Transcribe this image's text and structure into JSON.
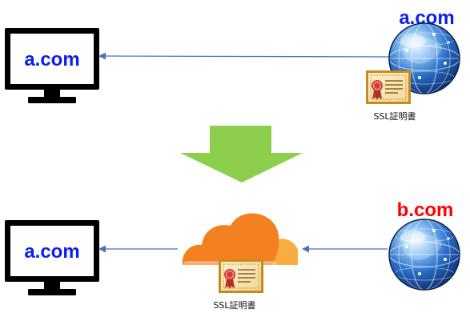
{
  "top": {
    "client_domain": "a.com",
    "server_domain": "a.com",
    "certificate_label": "SSL証明書"
  },
  "bottom": {
    "client_domain": "a.com",
    "server_domain": "b.com",
    "certificate_label": "SSL証明書"
  },
  "colors": {
    "client_text": "#0a1ef0",
    "top_server_text": "#0a1ef0",
    "bottom_server_text": "#ff0000",
    "arrow_line": "#4a72b8",
    "transition_arrow": "#8ccf4c",
    "cloud_main": "#f48120",
    "cloud_light": "#faad3f"
  },
  "icons": {
    "client": "computer-monitor-icon",
    "server": "globe-icon",
    "certificate": "certificate-icon",
    "proxy": "cloudflare-cloud-icon",
    "transition": "down-arrow-icon"
  }
}
